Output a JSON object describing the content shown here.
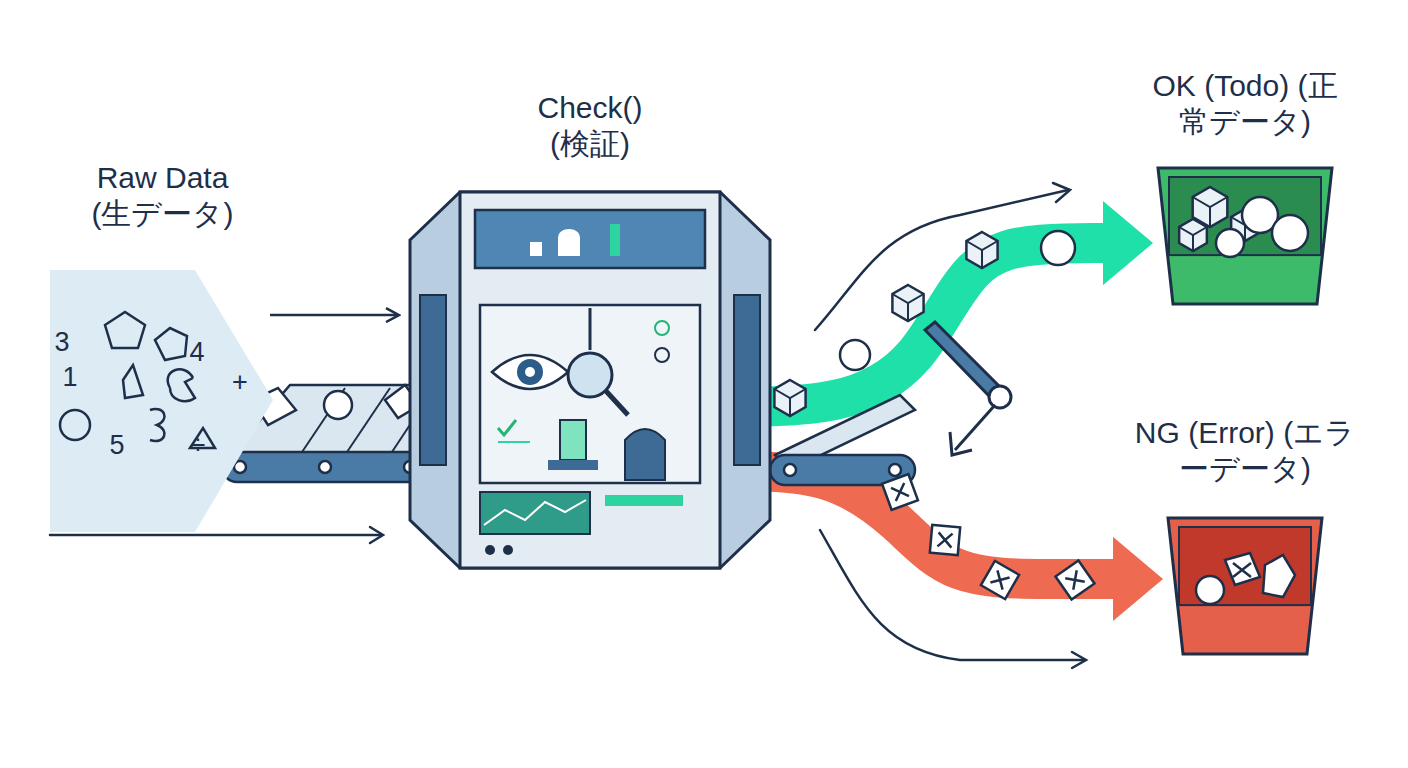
{
  "diagram": {
    "nodes": [
      {
        "text": [
          "Raw Data (生データ)"
        ]
      },
      {
        "text": [
          "Check() (検証)"
        ]
      },
      {
        "text": [
          "OK (Todo) (正常データ)"
        ]
      },
      {
        "text": [
          "NG (Error) (エラーデータ)"
        ]
      }
    ],
    "edges": [
      {
        "from": 0,
        "to": 1,
        "arrow": "to"
      },
      {
        "from": 1,
        "to": 2,
        "arrow": "to"
      },
      {
        "from": 1,
        "to": 3,
        "arrow": "to"
      }
    ],
    "labels": [
      "3",
      "1",
      "5",
      "4",
      "+",
      "÷"
    ]
  }
}
